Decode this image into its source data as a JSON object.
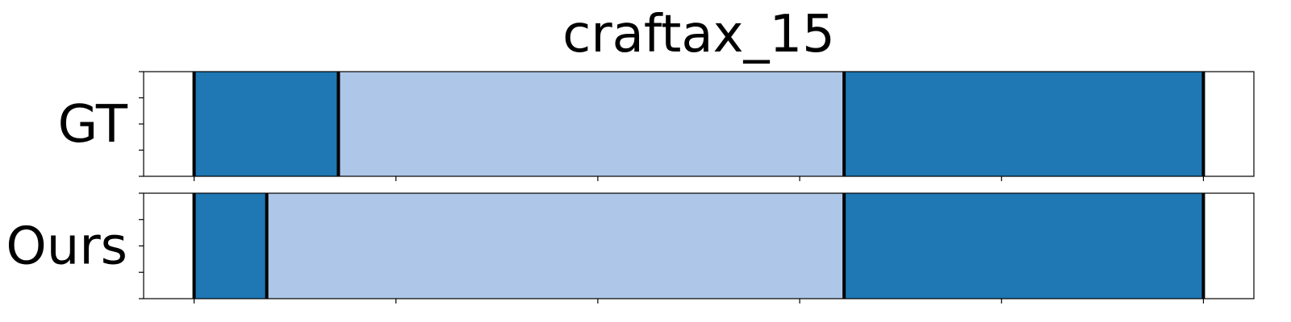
{
  "chart_data": {
    "type": "bar",
    "title": "craftax_15",
    "xlim": [
      -0.05,
      1.05
    ],
    "x_ticks": [
      0,
      0.2,
      0.4,
      0.6,
      0.8,
      1.0
    ],
    "x_tick_labels_shown": false,
    "y_tick_labels_shown": false,
    "colors": {
      "dark": "#1f77b4",
      "light": "#aec7e8",
      "boundary": "#000000"
    },
    "rows": [
      {
        "label": "GT",
        "segments": [
          {
            "start": 0.0,
            "end": 0.143,
            "color": "dark"
          },
          {
            "start": 0.143,
            "end": 0.644,
            "color": "light"
          },
          {
            "start": 0.644,
            "end": 1.0,
            "color": "dark"
          }
        ],
        "boundaries": [
          0.0,
          0.143,
          0.644,
          1.0
        ]
      },
      {
        "label": "Ours",
        "segments": [
          {
            "start": 0.0,
            "end": 0.072,
            "color": "dark"
          },
          {
            "start": 0.072,
            "end": 0.644,
            "color": "light"
          },
          {
            "start": 0.644,
            "end": 1.0,
            "color": "dark"
          }
        ],
        "boundaries": [
          0.0,
          0.072,
          0.644,
          1.0
        ]
      }
    ]
  }
}
